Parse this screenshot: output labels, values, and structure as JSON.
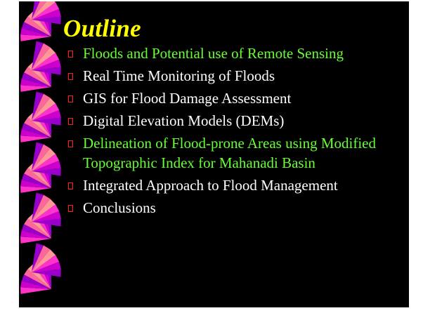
{
  "slide": {
    "title": "Outline",
    "items": [
      {
        "text": "Floods and Potential use of Remote Sensing",
        "highlight": true
      },
      {
        "text": "Real Time Monitoring of Floods",
        "highlight": false
      },
      {
        "text": "GIS for Flood Damage Assessment",
        "highlight": false
      },
      {
        "text": "Digital Elevation Models (DEMs)",
        "highlight": false
      },
      {
        "text": "Delineation of Flood-prone Areas using Modified Topographic Index for Mahanadi Basin",
        "highlight": true
      },
      {
        "text": "Integrated Approach to Flood Management",
        "highlight": false
      },
      {
        "text": "Conclusions",
        "highlight": false
      }
    ]
  },
  "colors": {
    "background": "#000000",
    "title": "#ffff00",
    "text": "#ffffff",
    "highlight": "#66ff33",
    "bullet": "#ff2020",
    "ribbon": [
      "#ff33cc",
      "#cc00cc",
      "#9900cc",
      "#ff6699",
      "#ff9999"
    ]
  },
  "icons": {
    "bullet": "hollow-square-bullet-icon",
    "decoration": "pinwheel-ribbon-decoration"
  }
}
